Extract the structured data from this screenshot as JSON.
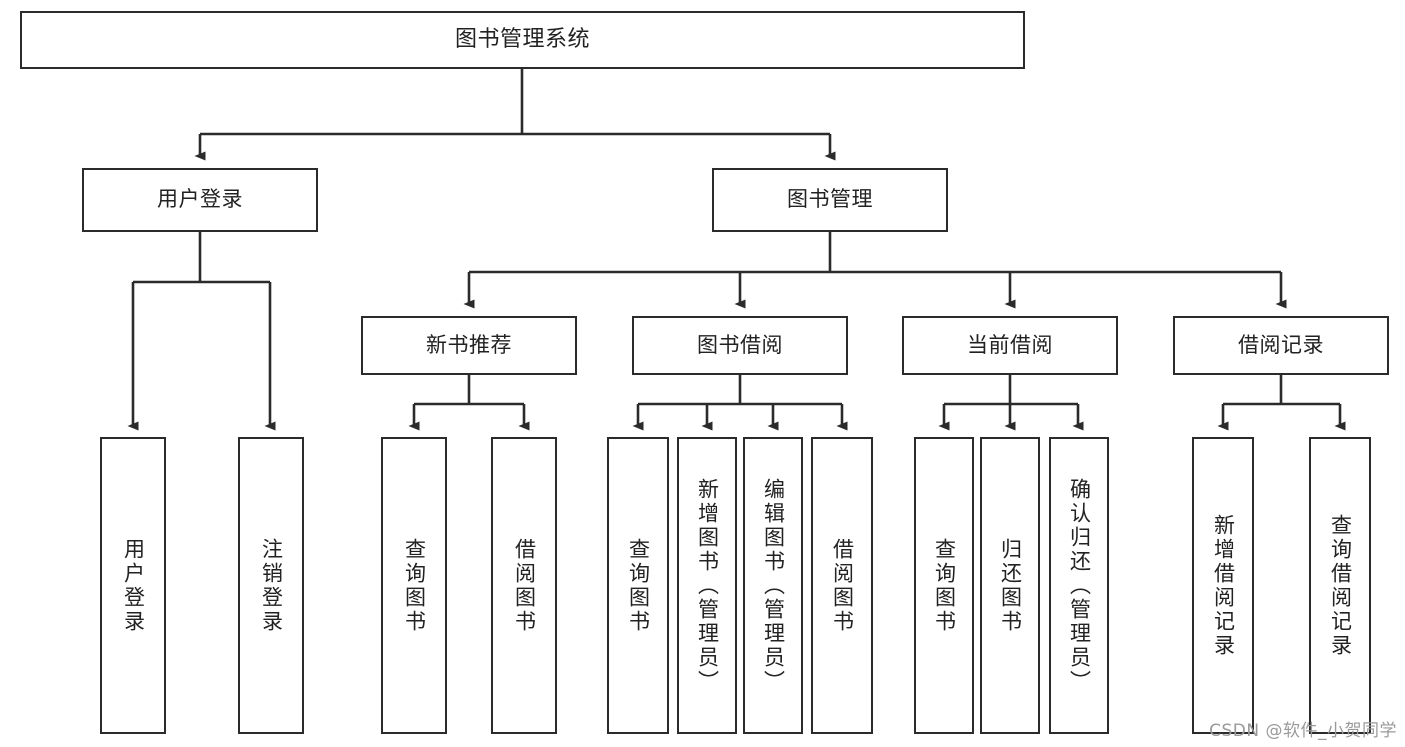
{
  "diagram": {
    "type": "tree",
    "title": "图书管理系统",
    "watermark": "CSDN @软件_小贺同学",
    "colors": {
      "border": "#2b2b2b",
      "background": "#ffffff",
      "text": "#222222",
      "watermark": "#9a9a9a"
    },
    "nodes": {
      "root": {
        "label": "图书管理系统"
      },
      "level1": [
        {
          "label": "用户登录"
        },
        {
          "label": "图书管理"
        }
      ],
      "level2": [
        {
          "label": "新书推荐"
        },
        {
          "label": "图书借阅"
        },
        {
          "label": "当前借阅"
        },
        {
          "label": "借阅记录"
        }
      ],
      "leaves": {
        "user_login": [
          {
            "label": "用户登录"
          },
          {
            "label": "注销登录"
          }
        ],
        "new_book": [
          {
            "label": "查询图书"
          },
          {
            "label": "借阅图书"
          }
        ],
        "borrow_book": [
          {
            "label": "查询图书"
          },
          {
            "label": "新增图书（管理员）"
          },
          {
            "label": "编辑图书（管理员）"
          },
          {
            "label": "借阅图书"
          }
        ],
        "current_borrow": [
          {
            "label": "查询图书"
          },
          {
            "label": "归还图书"
          },
          {
            "label": "确认归还（管理员）"
          }
        ],
        "borrow_record": [
          {
            "label": "新增借阅记录"
          },
          {
            "label": "查询借阅记录"
          }
        ]
      }
    }
  }
}
